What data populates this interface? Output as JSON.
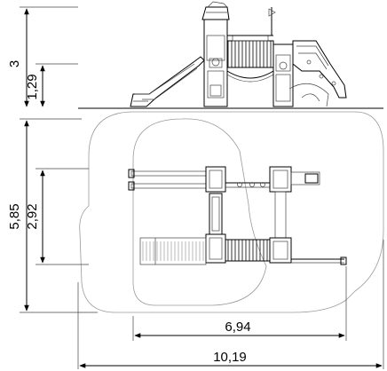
{
  "dimensions": {
    "elevation_total_height": "3",
    "elevation_platform_height": "1,29",
    "plan_total_depth": "5,85",
    "plan_structure_depth": "2,92",
    "plan_structure_width": "6,94",
    "plan_total_width": "10,19"
  }
}
